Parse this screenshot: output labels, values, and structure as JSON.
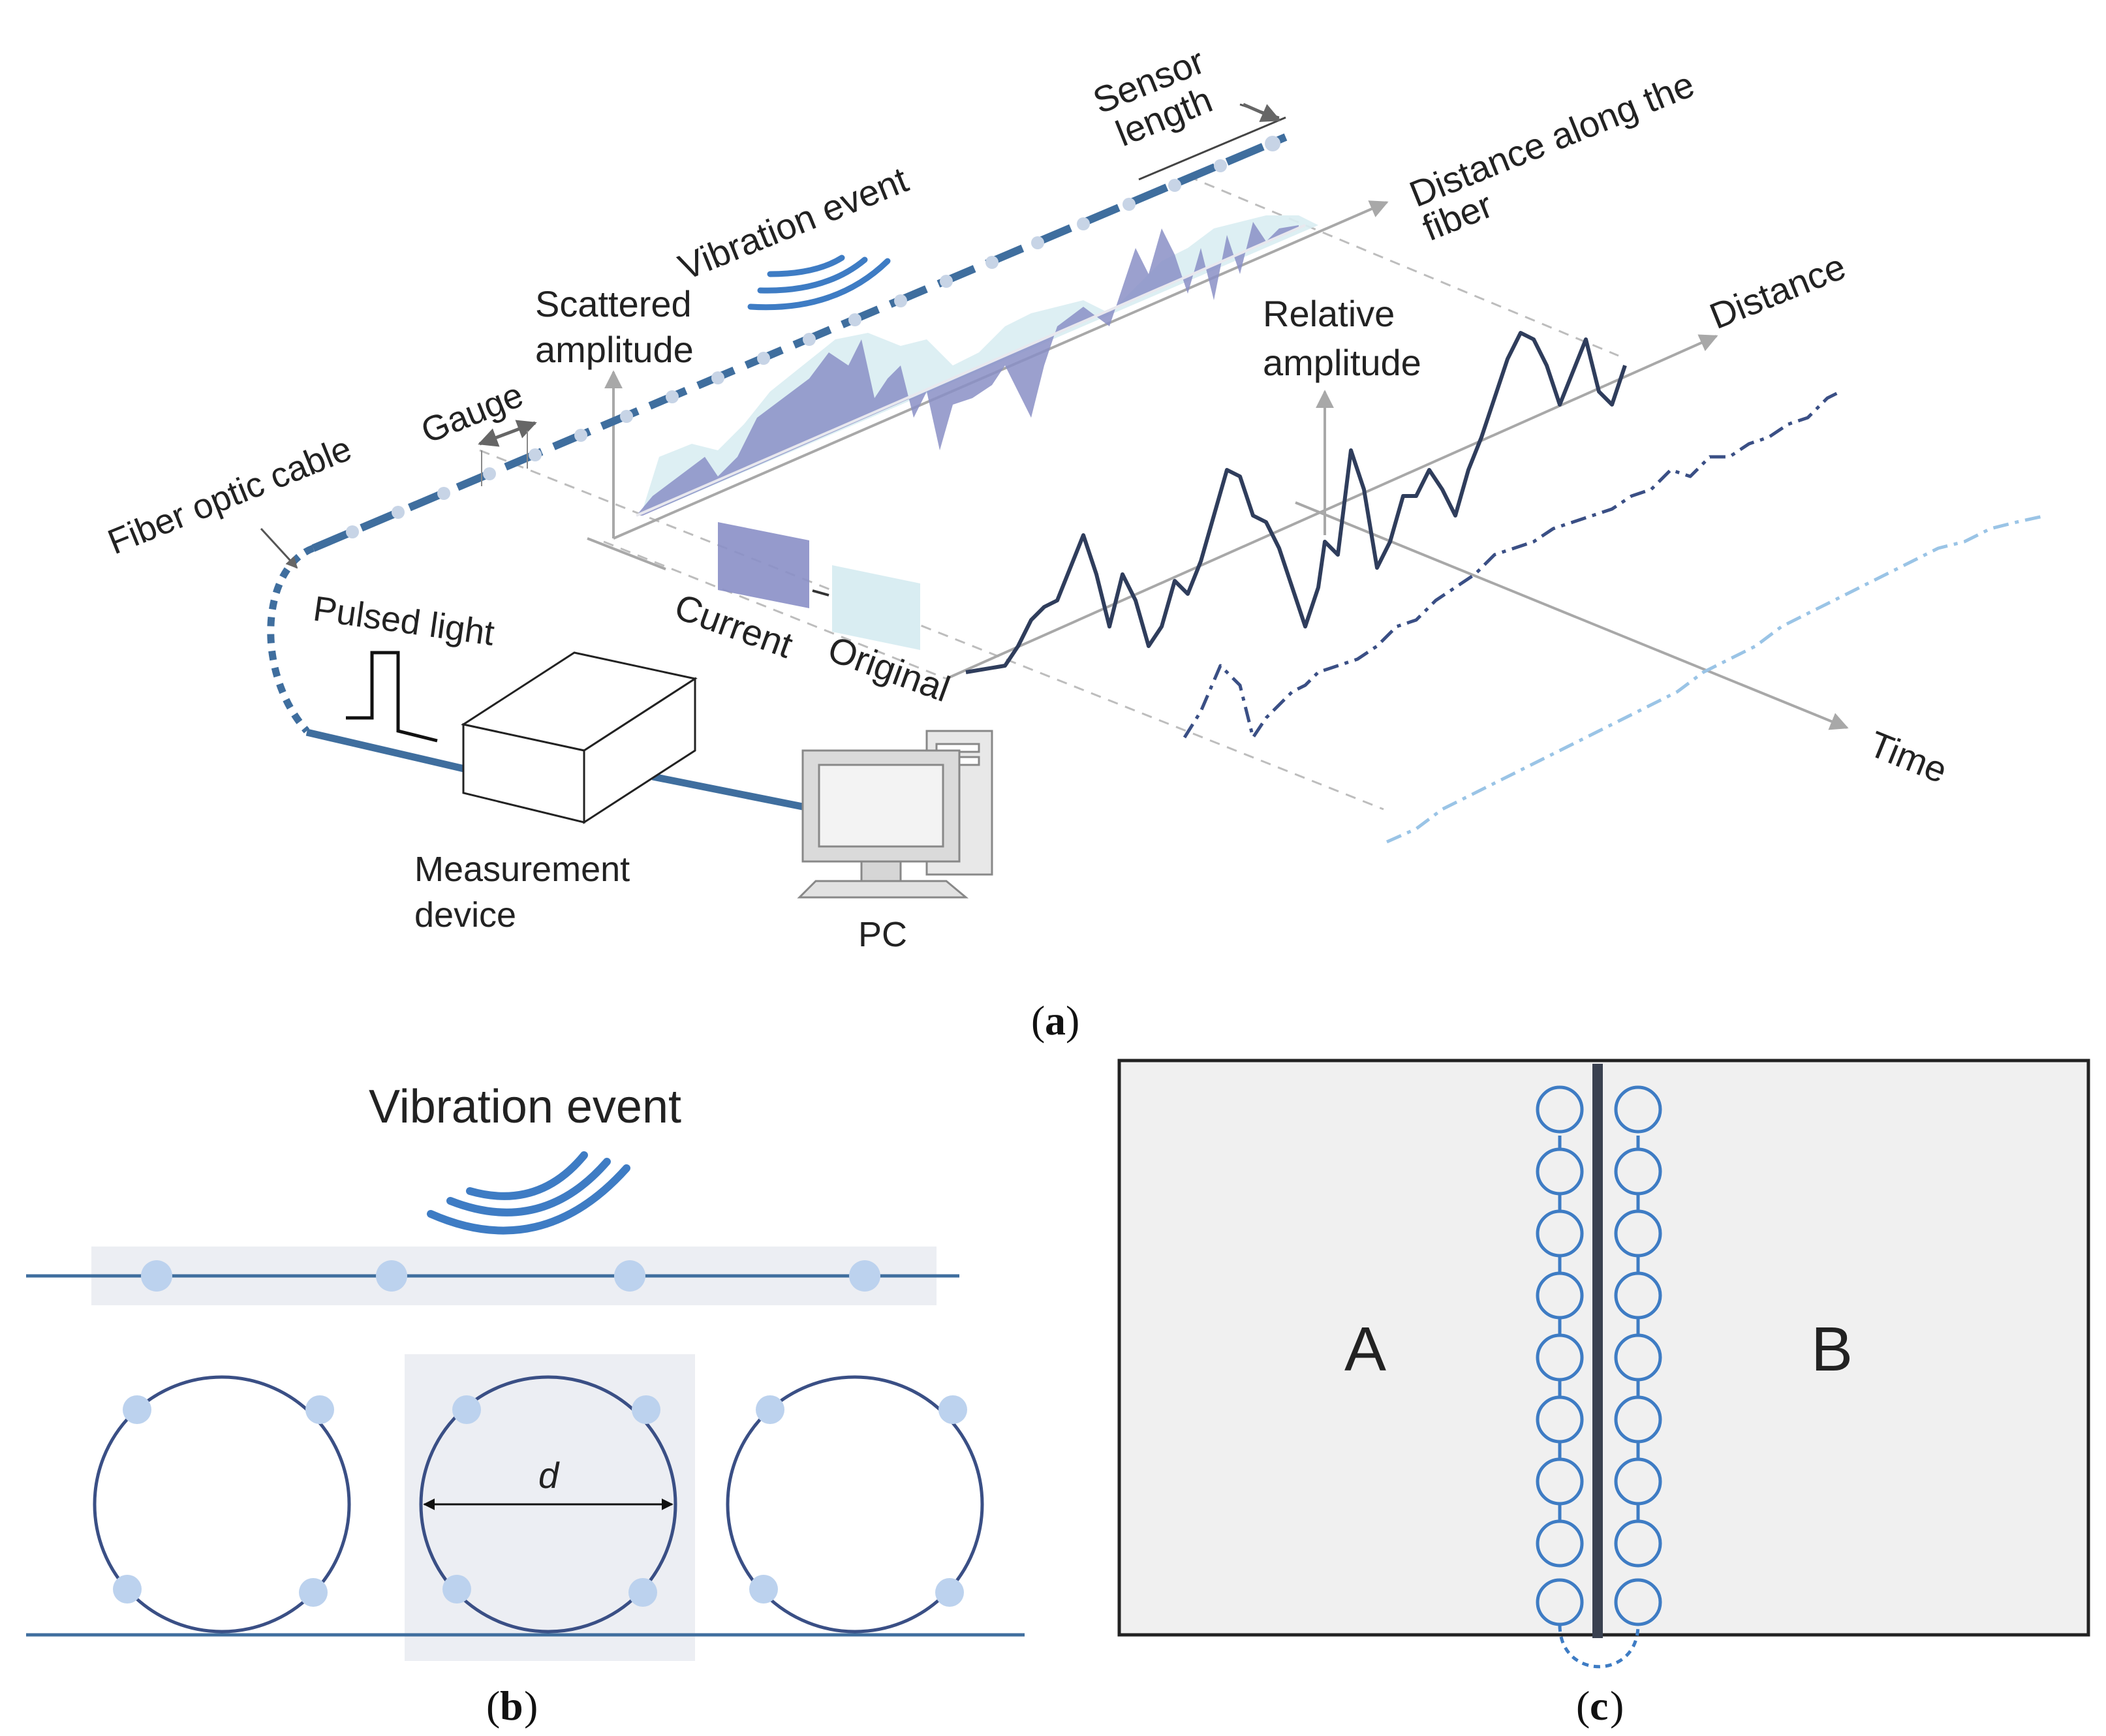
{
  "panel_a": {
    "caption": "a",
    "labels": {
      "sensor_length": [
        "Sensor",
        "length"
      ],
      "distance_along": [
        "Distance along the",
        "fiber"
      ],
      "vibration_event": "Vibration event",
      "scattered_amplitude": [
        "Scattered",
        "amplitude"
      ],
      "relative_amplitude": [
        "Relative",
        "amplitude"
      ],
      "distance": "Distance",
      "gauge": "Gauge",
      "fiber_optic_cable": "Fiber optic cable",
      "pulsed_light": "Pulsed light",
      "current": "Current",
      "original": "Original",
      "measurement_device": [
        "Measurement",
        "device"
      ],
      "pc": "PC",
      "time": "Time"
    }
  },
  "panel_b": {
    "caption": "b",
    "title": "Vibration event",
    "diameter_label": "d"
  },
  "panel_c": {
    "caption": "c",
    "left_label": "A",
    "right_label": "B"
  },
  "colors": {
    "fiber": "#3f6e9e",
    "dark_line": "#2f3d5c",
    "purple_fill": "#8a8fc6",
    "light_fill": "#d9edf2",
    "node": "#bcd2ee",
    "coil": "#3e7cc4",
    "gray_arrow": "#aaaaaa"
  }
}
